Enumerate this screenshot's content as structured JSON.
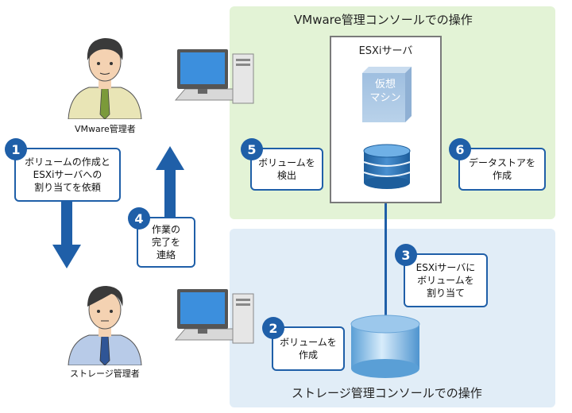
{
  "vmware_panel": {
    "title": "VMware管理コンソールでの操作"
  },
  "storage_panel": {
    "title": "ストレージ管理コンソールでの操作"
  },
  "esxi_server": {
    "title": "ESXiサーバ"
  },
  "vm": {
    "label": "仮想\nマシン"
  },
  "roles": {
    "vmware_admin": "VMware管理者",
    "storage_admin": "ストレージ管理者"
  },
  "steps": [
    {
      "number": "1",
      "text": "ボリュームの作成と\nESXiサーバへの\n割り当てを依頼"
    },
    {
      "number": "2",
      "text": "ボリュームを\n作成"
    },
    {
      "number": "3",
      "text": "ESXiサーバに\nボリュームを\n割り当て"
    },
    {
      "number": "4",
      "text": "作業の\n完了を\n連絡"
    },
    {
      "number": "5",
      "text": "ボリュームを\n検出"
    },
    {
      "number": "6",
      "text": "データストアを\n作成"
    }
  ],
  "colors": {
    "accent": "#1f5fa8",
    "vmware_panel": "#e3f3d6",
    "storage_panel": "#e1edf7",
    "arrow": "#1f5fa8"
  },
  "icons": [
    "person-icon",
    "desktop-pc-icon",
    "datastore-disk-icon",
    "storage-cylinder-icon",
    "arrow-up-icon",
    "arrow-down-icon"
  ]
}
